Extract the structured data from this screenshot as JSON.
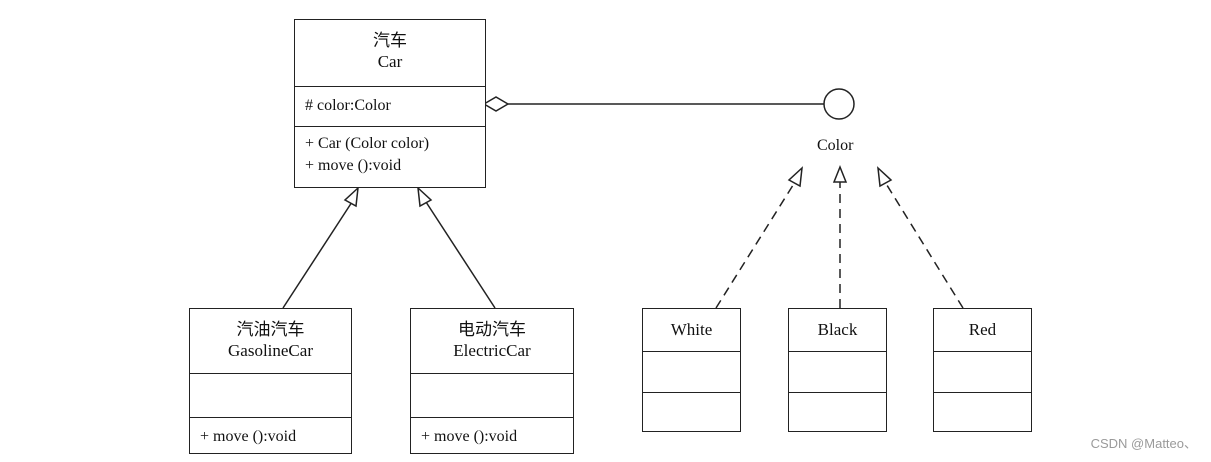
{
  "classes": {
    "car": {
      "cn": "汽车",
      "en": "Car",
      "attribute": "# color:Color",
      "operations": [
        "+ Car (Color color)",
        "+ move ():void"
      ]
    },
    "gasoline": {
      "cn": "汽油汽车",
      "en": "GasolineCar",
      "operations": [
        "+ move ():void"
      ]
    },
    "electric": {
      "cn": "电动汽车",
      "en": "ElectricCar",
      "operations": [
        "+ move ():void"
      ]
    },
    "white": {
      "name": "White"
    },
    "black": {
      "name": "Black"
    },
    "red": {
      "name": "Red"
    }
  },
  "interface": {
    "name": "Color"
  },
  "watermark": "CSDN @Matteo、"
}
